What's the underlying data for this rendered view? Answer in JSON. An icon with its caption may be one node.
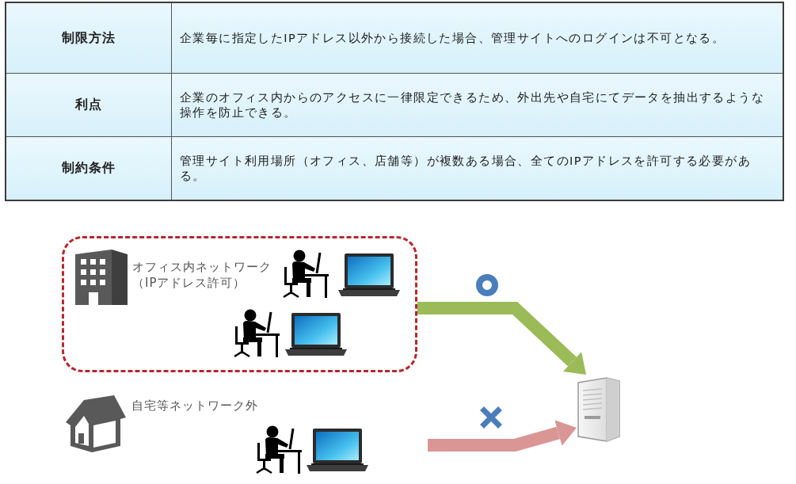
{
  "diagram": {
    "nodes": [
      {
        "text": [
          "オフィス内ネットワーク（IPアドレス許可）"
        ]
      },
      {
        "text": [],
        "shape": "picture"
      }
    ],
    "edges": [
      {
        "from": 0,
        "to": 1,
        "arrow": "to",
        "color": "#9bbb59"
      },
      {
        "from": null,
        "to": 1,
        "arrow": "to",
        "color": "#d99694"
      }
    ],
    "labels": [
      "制限方法",
      "企業毎に指定したIPアドレス以外から接続した場合、管理サイトへのログインは不可となる。",
      "利点",
      "企業のオフィス内からのアクセスに一律限定できるため、外出先や自宅にてデータを抽出するような操作を防止できる。",
      "制約条件",
      "管理サイト利用場所（オフィス、店舗等）が複数ある場合、全てのIPアドレスを許可する必要がある。",
      "自宅等ネットワーク外"
    ]
  }
}
